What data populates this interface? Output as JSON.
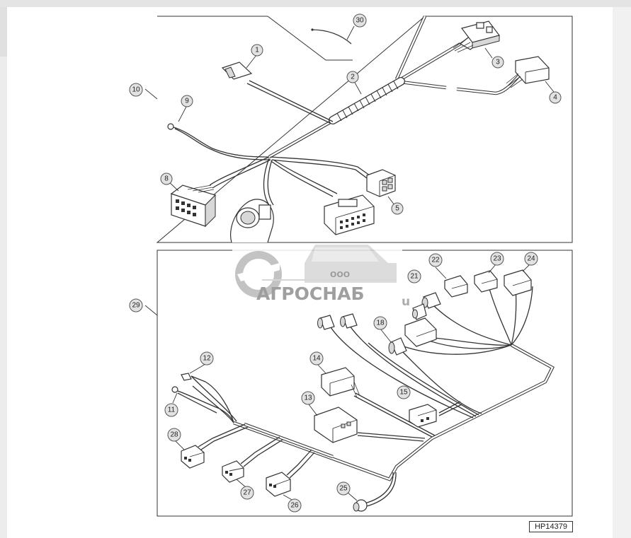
{
  "figure_ref": "HP14379",
  "watermark": {
    "prefix": "ООО",
    "name": "АГРОСНАБ",
    "fragment": "u"
  },
  "top_panel": {
    "group_callout": "10",
    "callouts": [
      "1",
      "2",
      "3",
      "4",
      "5",
      "8",
      "9",
      "30"
    ]
  },
  "bottom_panel": {
    "group_callout": "29",
    "callouts": [
      "11",
      "12",
      "13",
      "14",
      "15",
      "18",
      "21",
      "22",
      "23",
      "24",
      "25",
      "26",
      "27",
      "28"
    ]
  },
  "colors": {
    "callout_fill": "#e2e2e2",
    "line": "#333333",
    "watermark": "#9a9a9a"
  }
}
